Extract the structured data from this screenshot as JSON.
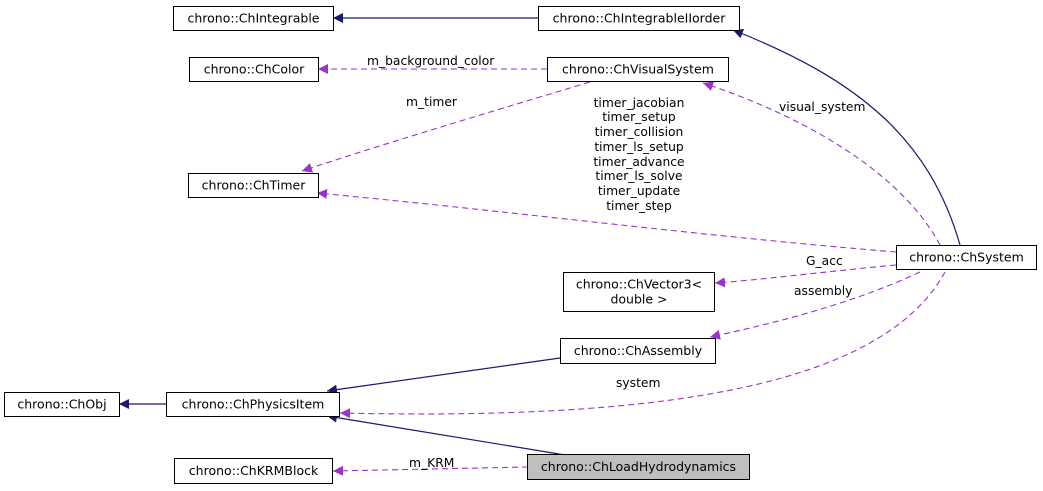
{
  "nodes": {
    "ChIntegrable": "chrono::ChIntegrable",
    "ChIntegrableIIorder": "chrono::ChIntegrableIIorder",
    "ChColor": "chrono::ChColor",
    "ChVisualSystem": "chrono::ChVisualSystem",
    "ChTimer": "chrono::ChTimer",
    "ChSystem": "chrono::ChSystem",
    "ChVector3_line1": "chrono::ChVector3<",
    "ChVector3_line2": "double >",
    "ChAssembly": "chrono::ChAssembly",
    "ChObj": "chrono::ChObj",
    "ChPhysicsItem": "chrono::ChPhysicsItem",
    "ChKRMBlock": "chrono::ChKRMBlock",
    "ChLoadHydrodynamics": "chrono::ChLoadHydrodynamics"
  },
  "edge_labels": {
    "m_background_color": "m_background_color",
    "m_timer": "m_timer",
    "visual_system": "visual_system",
    "timers": [
      "timer_jacobian",
      "timer_setup",
      "timer_collision",
      "timer_ls_setup",
      "timer_advance",
      "timer_ls_solve",
      "timer_update",
      "timer_step"
    ],
    "G_acc": "G_acc",
    "assembly": "assembly",
    "system": "system",
    "m_KRM": "m_KRM"
  },
  "colors": {
    "inheritance": "#191970",
    "usage": "#9a32cd",
    "highlight_fill": "#bfbfbf"
  }
}
